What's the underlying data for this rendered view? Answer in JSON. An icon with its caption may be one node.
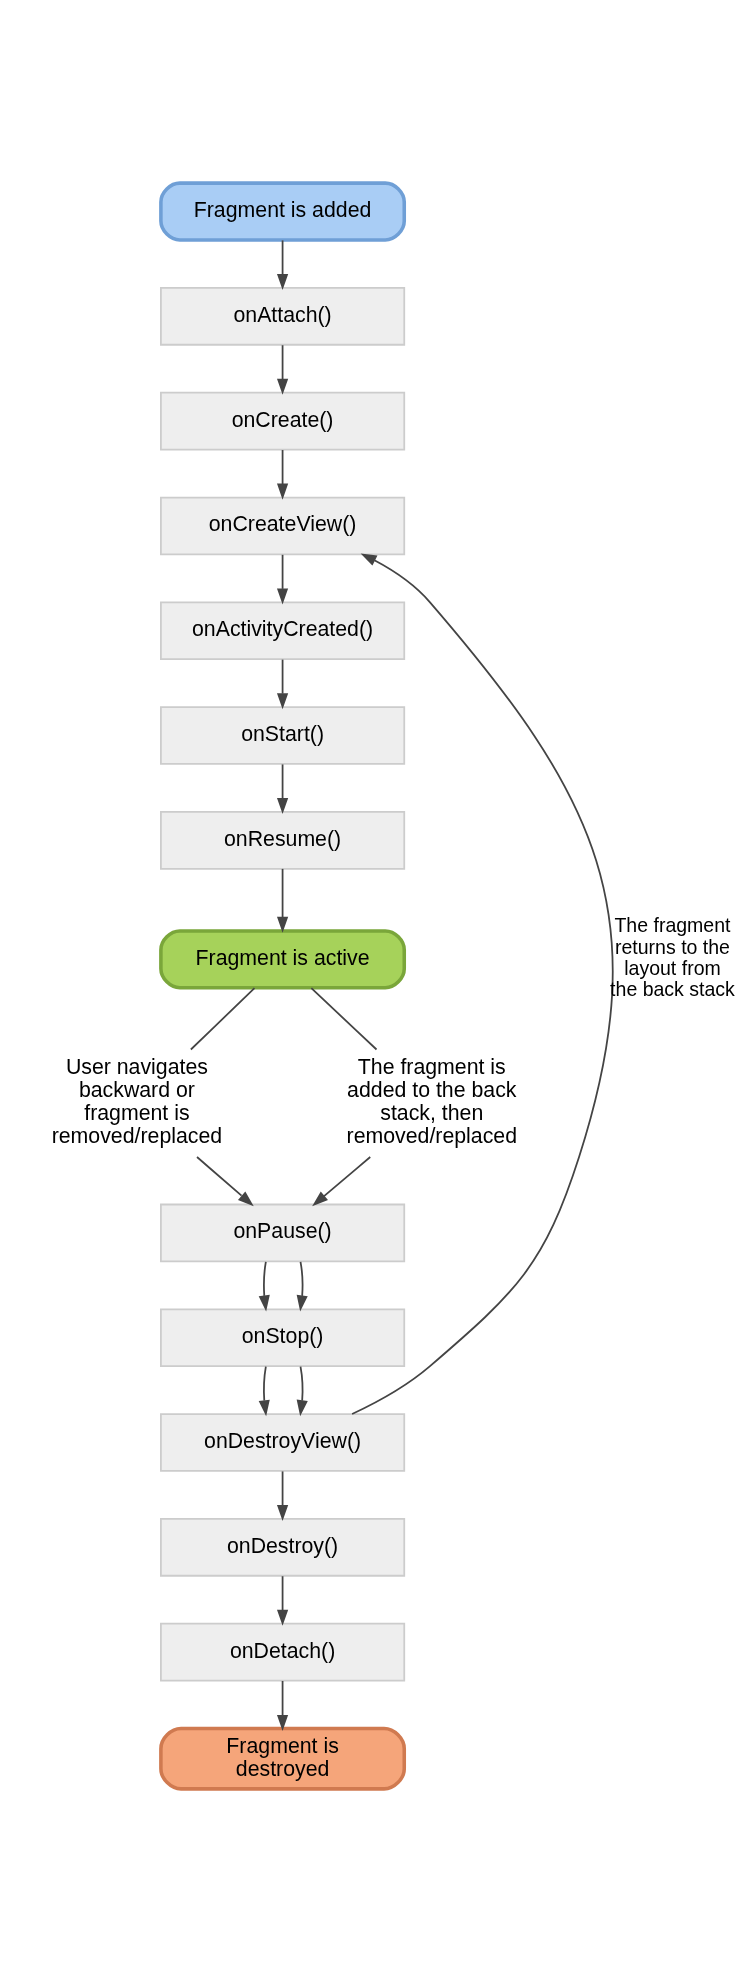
{
  "diagram": {
    "nodes": [
      {
        "text": [
          "Fragment is added"
        ]
      },
      {
        "text": [
          "onAttach()"
        ]
      },
      {
        "text": [
          "onCreate()"
        ]
      },
      {
        "text": [
          "onCreateView()"
        ]
      },
      {
        "text": [
          "onActivityCreated()"
        ]
      },
      {
        "text": [
          "onStart()"
        ]
      },
      {
        "text": [
          "onResume()"
        ]
      },
      {
        "text": [
          "Fragment is active"
        ]
      },
      {
        "text": [
          "User navigates backward or fragment is removed/replaced"
        ]
      },
      {
        "text": [
          "The fragment is added to the back stack, then removed/replaced"
        ]
      },
      {
        "text": [
          "onPause()"
        ]
      },
      {
        "text": [
          "onStop()"
        ]
      },
      {
        "text": [
          "onDestroyView()"
        ]
      },
      {
        "text": [
          "onDestroy()"
        ]
      },
      {
        "text": [
          "onDetach()"
        ]
      },
      {
        "text": [
          "Fragment is destroyed"
        ]
      }
    ],
    "edges": [
      {
        "from": 0,
        "to": 1,
        "arrow": "to"
      },
      {
        "from": 1,
        "to": 2,
        "arrow": "to"
      },
      {
        "from": 2,
        "to": 3,
        "arrow": "to"
      },
      {
        "from": 3,
        "to": 4,
        "arrow": "to"
      },
      {
        "from": 4,
        "to": 5,
        "arrow": "to"
      },
      {
        "from": 5,
        "to": 6,
        "arrow": "to"
      },
      {
        "from": 6,
        "to": 7,
        "arrow": "to"
      },
      {
        "from": 7,
        "to": 8,
        "arrow": "none"
      },
      {
        "from": 7,
        "to": 9,
        "arrow": "none"
      },
      {
        "from": 8,
        "to": 10,
        "arrow": "to"
      },
      {
        "from": 9,
        "to": 10,
        "arrow": "to"
      },
      {
        "from": 10,
        "to": 11,
        "arrow": "to"
      },
      {
        "from": 10,
        "to": 11,
        "arrow": "to"
      },
      {
        "from": 11,
        "to": 12,
        "arrow": "to"
      },
      {
        "from": 11,
        "to": 12,
        "arrow": "to"
      },
      {
        "from": 12,
        "to": 13,
        "arrow": "to"
      },
      {
        "from": 12,
        "to": 3,
        "arrow": "to",
        "label": "The fragment returns to the layout from the back stack"
      },
      {
        "from": 13,
        "to": 14,
        "arrow": "to"
      },
      {
        "from": 14,
        "to": 15,
        "arrow": "to"
      }
    ]
  }
}
